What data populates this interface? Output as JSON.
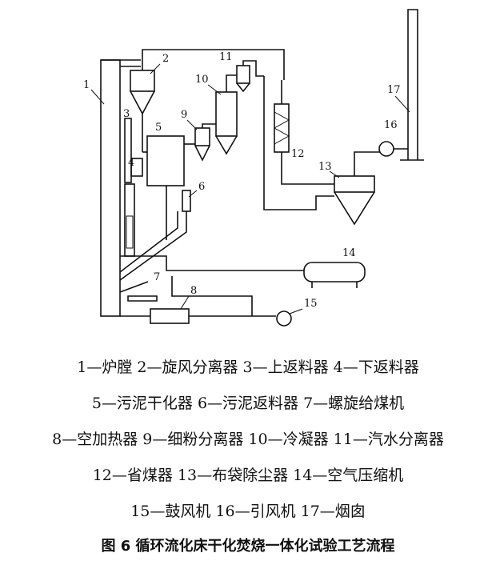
{
  "diagram": {
    "numbers": [
      "1",
      "2",
      "3",
      "4",
      "5",
      "6",
      "7",
      "8",
      "9",
      "10",
      "11",
      "12",
      "13",
      "14",
      "15",
      "16",
      "17"
    ]
  },
  "legend": {
    "line1": "1—炉膛  2—旋风分离器  3—上返料器  4—下返料器",
    "line2": "5—污泥干化器  6—污泥返料器  7—螺旋给煤机",
    "line3": "8—空加热器  9—细粉分离器  10—冷凝器  11—汽水分离器",
    "line4": "12—省煤器  13—布袋除尘器  14—空气压缩机",
    "line5": "15—鼓风机  16—引风机  17—烟囱"
  },
  "caption": "图 6  循环流化床干化焚烧一体化试验工艺流程"
}
